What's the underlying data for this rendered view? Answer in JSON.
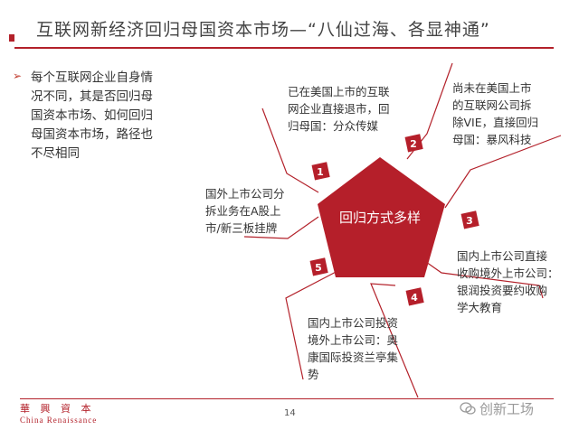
{
  "slide": {
    "title": "互联网新经济回归母国资本市场—“八仙过海、各显神通”",
    "bullet": "每个互联网企业自身情况不同，其是否回归母国资本市场、如何回归母国资本市场，路径也不尽相同",
    "center_label": "回归方式多样",
    "paths": [
      {
        "number": "1",
        "text_lines": [
          "已在美国上市的互联",
          "网企业直接退市，回",
          "归母国：分众传媒"
        ]
      },
      {
        "number": "2",
        "text_lines": [
          "尚未在美国上市",
          "的互联网公司拆",
          "除VIE，直接回归",
          "母国：暴风科技"
        ]
      },
      {
        "number": "3",
        "text_lines": [
          "国内上市公司直接",
          "收购境外上市公司：",
          "银润投资要约收购",
          "学大教育"
        ]
      },
      {
        "number": "4",
        "text_lines": [
          "国内上市公司投资",
          "境外上市公司：奥",
          "康国际投资兰亭集",
          "势"
        ]
      },
      {
        "number": "5",
        "text_lines": [
          "国外上市公司分",
          "拆业务在A股上",
          "市/新三板挂牌"
        ]
      }
    ],
    "footer": {
      "logo_cn": "華 興 資 本",
      "logo_en": "China Renaissance",
      "page_number": "14",
      "watermark": "创新工场"
    },
    "colors": {
      "accent": "#b3212a",
      "pentagon": "#b51f2a"
    }
  }
}
